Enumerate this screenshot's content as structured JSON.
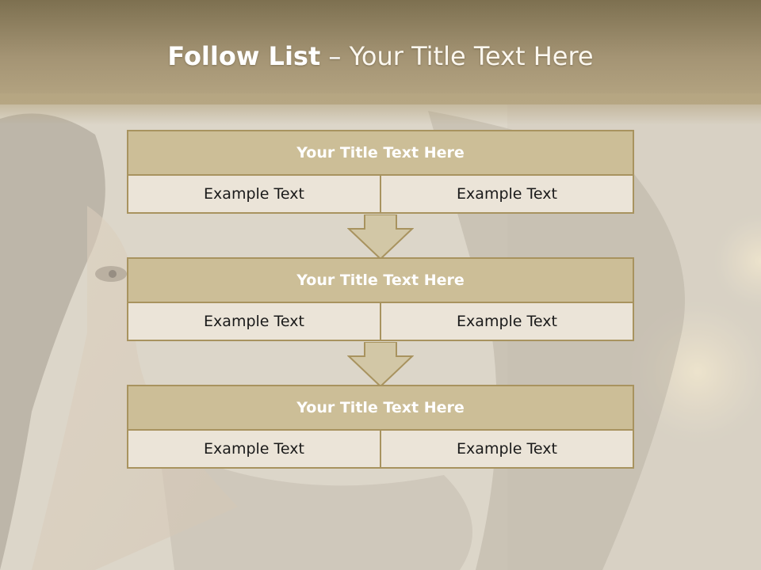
{
  "slide": {
    "title_bold": "Follow List",
    "title_separator": " – ",
    "title_rest": "Your Title Text Here"
  },
  "steps": [
    {
      "title": "Your Title Text Here",
      "cells": [
        "Example Text",
        "Example Text"
      ]
    },
    {
      "title": "Your Title Text Here",
      "cells": [
        "Example Text",
        "Example Text"
      ]
    },
    {
      "title": "Your Title Text Here",
      "cells": [
        "Example Text",
        "Example Text"
      ]
    }
  ],
  "colors": {
    "header_band": "#a49474",
    "block_title_fill": "#ccbe97",
    "block_cell_fill": "#ebe4d8",
    "block_border": "#a8935f",
    "arrow_fill": "#d2c7a6"
  },
  "icons": {
    "connector": "down-arrow-icon"
  }
}
